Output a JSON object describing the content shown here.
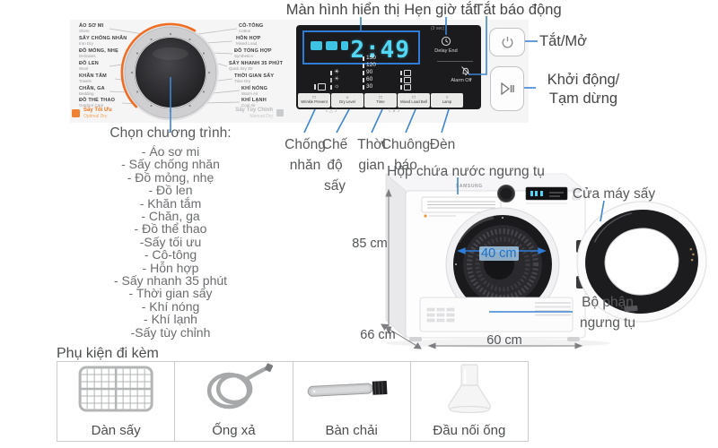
{
  "titles": {
    "display": "Màn hình hiển thị",
    "delay": "Hẹn giờ tắt",
    "alarm": "Tắt báo động",
    "power": "Tắt/Mở",
    "start1": "Khởi động/",
    "start2": "Tạm dừng"
  },
  "dial": {
    "left": [
      {
        "vi": "ÁO SƠ MI",
        "en": "Shirts"
      },
      {
        "vi": "SẤY CHỐNG NHĂN",
        "en": "Iron Dry"
      },
      {
        "vi": "ĐỒ MỎNG, NHẸ",
        "en": "Delicates"
      },
      {
        "vi": "ĐỒ LEN",
        "en": "Wool"
      },
      {
        "vi": "KHĂN TẮM",
        "en": "Towels"
      },
      {
        "vi": "CHĂN, GA",
        "en": "Bedding"
      },
      {
        "vi": "ĐỒ THỂ THAO",
        "en": "Outdoor Care"
      }
    ],
    "right": [
      {
        "vi": "CÔ-TÔNG",
        "en": "Cotton"
      },
      {
        "vi": "HỖN HỢP",
        "en": "Mixed Load"
      },
      {
        "vi": "ĐỒ TỔNG HỢP",
        "en": "Synthetics"
      },
      {
        "vi": "SẤY NHANH 35 PHÚT",
        "en": "Quick Dry 35'"
      },
      {
        "vi": "THỜI GIAN SẤY",
        "en": "Time Dry"
      },
      {
        "vi": "KHÍ NÓNG",
        "en": "Warm Air"
      },
      {
        "vi": "KHÍ LẠNH",
        "en": "Cool Air"
      }
    ],
    "optimal_vi": "Sấy Tối Ưu",
    "optimal_en": "Optimal Dry",
    "manual_vi": "Sấy Tùy Chỉnh",
    "manual_en": "Manual Dry"
  },
  "display": {
    "time": "2:49",
    "three_sec": "(3 sec)",
    "delay_end": "Delay End",
    "alarm_off": "Alarm Off",
    "minutes": [
      "150",
      "120",
      "90",
      "60",
      "30"
    ],
    "buttons": [
      "Wrinkle Prevent",
      "Dry Level",
      "Time",
      "Mixed Load Bell",
      "Lamp"
    ]
  },
  "button_callouts": [
    "Chống nhăn",
    "Chế độ sấy",
    "Thời gian",
    "Chuông báo",
    "Đèn"
  ],
  "programs": {
    "title": "Chọn chương trình:",
    "items": [
      "- Áo sơ mi",
      "- Sấy chống nhăn",
      "- Đồ mỏng, nhẹ",
      "- Đồ len",
      "- Khăn tắm",
      "- Chăn, ga",
      "- Đồ thể thao",
      "-Sấy tối ưu",
      "- Cô-tông",
      "- Hỗn hợp",
      "- Sấy nhanh 35 phút",
      "- Thời gian sấy",
      "- Khí nóng",
      "- Khí lạnh",
      "-Sấy tùy chỉnh"
    ]
  },
  "machine": {
    "brand": "SAMSUNG",
    "water_box": "Hộp chứa nước ngưng tụ",
    "door": "Cửa máy sấy",
    "condenser": "Bộ phận ngưng tụ",
    "height": "85 cm",
    "depth": "66 cm",
    "width": "60 cm",
    "drum": "40 cm"
  },
  "accessories": {
    "title": "Phụ kiện đi kèm",
    "items": [
      "Dàn sấy",
      "Ống xả",
      "Bàn chải",
      "Đầu nối ống"
    ]
  },
  "colors": {
    "accent_blue": "#2e7cd6",
    "accent_cyan": "#52d8f5",
    "accent_orange": "#f06c21",
    "panel_black": "#1b1b1d",
    "card_gray": "#f5f5f6"
  }
}
